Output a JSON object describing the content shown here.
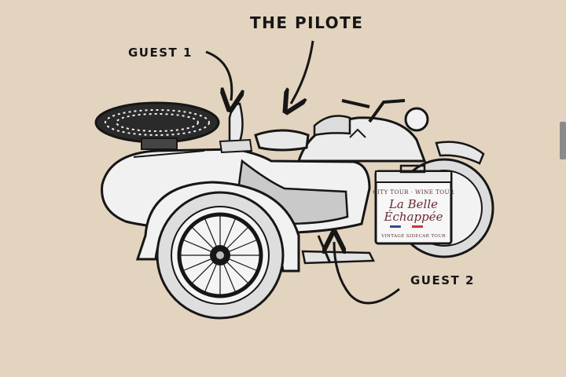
{
  "labels": {
    "pilot": "THE PILOTE",
    "guest1": "GUEST 1",
    "guest2": "GUEST 2"
  },
  "box_sign": {
    "top_arc": "CITY TOUR · WINE TOUR",
    "brand_line1": "La Belle",
    "brand_line2": "Échappée",
    "bottom": "VINTAGE SIDECAR TOUR",
    "flag_colors": [
      "#2f4c8f",
      "#ffffff",
      "#c8363d"
    ]
  },
  "colors": {
    "background": "#e3d4bf",
    "ink": "#161616",
    "body_light": "#f1f1f1",
    "body_shade": "#c9c9c9"
  }
}
